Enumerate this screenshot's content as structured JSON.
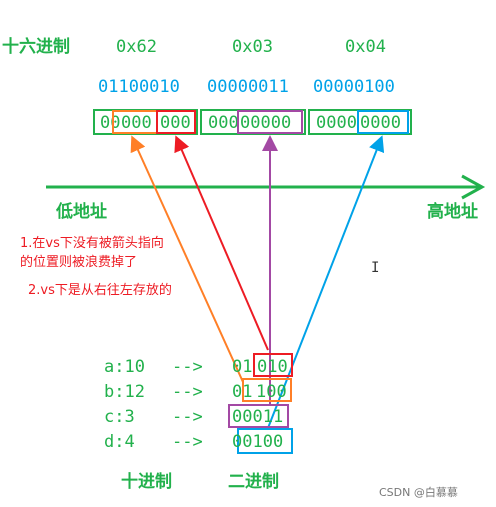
{
  "top": {
    "hex_label": "十六进制",
    "hex": [
      "0x62",
      "0x03",
      "0x04"
    ],
    "bin": [
      "01100010",
      "00000011",
      "00000100"
    ]
  },
  "boxes": [
    {
      "pre": "00",
      "mid": "000",
      "post": "000"
    },
    {
      "pre": "000",
      "mid": "00000",
      "post": ""
    },
    {
      "pre": "0000",
      "mid": "0000",
      "post": ""
    }
  ],
  "axis": {
    "low": "低地址",
    "high": "高地址"
  },
  "notes": [
    "1.在vs下没有被箭头指向",
    "的位置则被浪费掉了",
    "2.vs下是从右往左存放的"
  ],
  "vars": [
    {
      "label": "a:10",
      "arrow": "-->",
      "pre": "01",
      "boxed": "010"
    },
    {
      "label": "b:12",
      "arrow": "-->",
      "pre": "01",
      "boxed": "100"
    },
    {
      "label": "c:3",
      "arrow": "-->",
      "pre": "",
      "boxed": "00011"
    },
    {
      "label": "d:4",
      "arrow": "-->",
      "pre": "",
      "boxed": "00100"
    }
  ],
  "footer": {
    "decimal": "十进制",
    "binary": "二进制"
  },
  "watermark": "CSDN @白慕慕",
  "colors": {
    "green": "#22b14c",
    "blue": "#00a2e8",
    "red": "#ed1c24",
    "orange": "#ff7f27",
    "purple": "#a349a4",
    "axis": "#22b14c"
  }
}
